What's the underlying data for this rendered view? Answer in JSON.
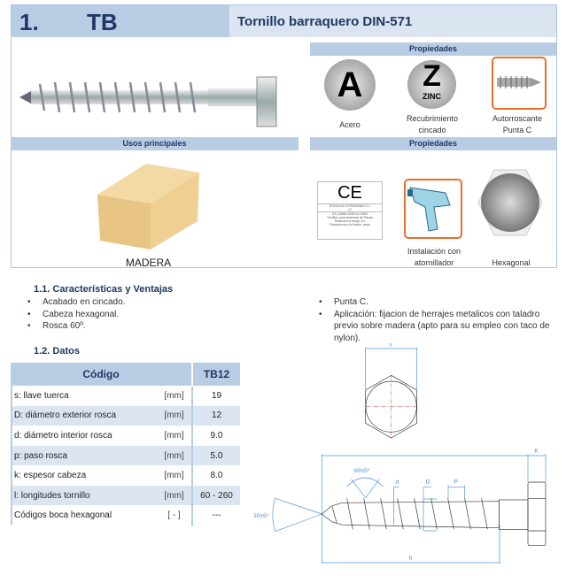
{
  "header": {
    "number": "1.",
    "code": "TB",
    "title": "Tornillo barraquero DIN-571"
  },
  "properties_top": {
    "title": "Propiedades",
    "items": [
      {
        "icon": "A",
        "label": "Acero"
      },
      {
        "icon": "Z",
        "sub": "ZINC",
        "label": "Recubrimiento cincado"
      },
      {
        "label": "Autorroscante Punta C"
      }
    ]
  },
  "uses": {
    "title": "Usos principales",
    "label": "MADERA"
  },
  "properties_bottom": {
    "title": "Propiedades",
    "ce_lines": [
      "TECNICAS EXPANSIVAS S.L.",
      "12",
      "EN 14566:2008+A1:2009",
      "Tornillos para sistemas de Placas",
      "Reacción al fuego: A1",
      "Resistencia a la flexión: pasa"
    ],
    "items": [
      {
        "label": ""
      },
      {
        "label": "Instalación con atornillador"
      },
      {
        "label": "Hexagonal"
      }
    ]
  },
  "features": {
    "title": "1.1.  Características y Ventajas",
    "left": [
      "Acabado en cincado.",
      "Cabeza hexagonal.",
      "Rosca 60º."
    ],
    "right": [
      "Punta C.",
      "Aplicación: fijacion de herrajes metalicos con taladro previo sobre madera (apto para su empleo con taco de nylon)."
    ]
  },
  "data": {
    "title": "1.2.  Datos",
    "header": [
      "Código",
      "TB12"
    ],
    "rows": [
      {
        "name": "s: llave tuerca",
        "unit": "[mm]",
        "value": "19"
      },
      {
        "name": "D: diámetro exterior rosca",
        "unit": "[mm]",
        "value": "12"
      },
      {
        "name": "d: diámetro interior rosca",
        "unit": "[mm]",
        "value": "9.0"
      },
      {
        "name": "p: paso rosca",
        "unit": "[mm]",
        "value": "5.0"
      },
      {
        "name": "k: espesor cabeza",
        "unit": "[mm]",
        "value": "8.0"
      },
      {
        "name": "l: longitudes tornillo",
        "unit": "[mm]",
        "value": "60 - 260"
      },
      {
        "name": "Códigos boca hexagonal",
        "unit": "[ - ]",
        "value": "---"
      }
    ]
  },
  "drawing": {
    "s": "s",
    "k": "K",
    "angle_thread": "60±5º",
    "angle_tip": "30±5º",
    "d": "d",
    "D": "D",
    "P": "P",
    "b": "b"
  }
}
